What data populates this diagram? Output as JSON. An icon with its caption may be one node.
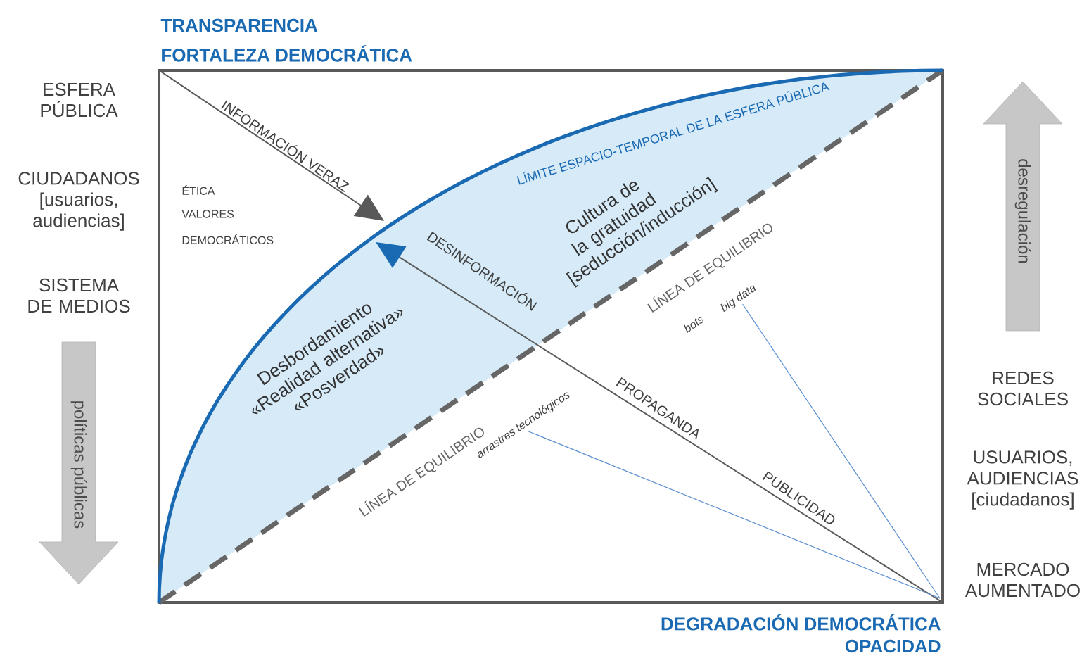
{
  "diagram": {
    "nodes": [
      {
        "text": [
          "arrastres tecnológicos"
        ]
      },
      {
        "text": [
          "big data"
        ]
      }
    ],
    "edges": [
      {
        "from": 0,
        "to": null,
        "arrow": "none",
        "color": "#5b8fd0"
      },
      {
        "from": 1,
        "to": null,
        "arrow": "none",
        "color": "#5b8fd0"
      }
    ],
    "labels": [
      "TRANSPARENCIA",
      "FORTALEZA DEMOCRÁTICA",
      "ESFERA PÚBLICA",
      "CIUDADANOS [usuarios, audiencias]",
      "SISTEMA DE MEDIOS",
      "políticas públicas",
      "INFORMACIÓN VERAZ",
      "ÉTICA",
      "VALORES",
      "DEMOCRÁTICOS",
      "LÍMITE ESPACIO-TEMPORAL DE LA ESFERA PÚBLICA",
      "Cultura de la gratuidad [seducción/inducción]",
      "DESINFORMACIÓN",
      "LÍNEA DE EQUILIBRIO",
      "desregulación",
      "bots",
      "Desbordamiento «Realidad alternativa» «Posverdad»",
      "PROPAGANDA",
      "REDES SOCIALES",
      "LÍNEA DE EQUILIBRIO",
      "USUARIOS, AUDIENCIAS [ciudadanos]",
      "PUBLICIDAD",
      "MERCADO AUMENTADO",
      "DEGRADACIÓN DEMOCRÁTICA",
      "OPACIDAD"
    ]
  }
}
